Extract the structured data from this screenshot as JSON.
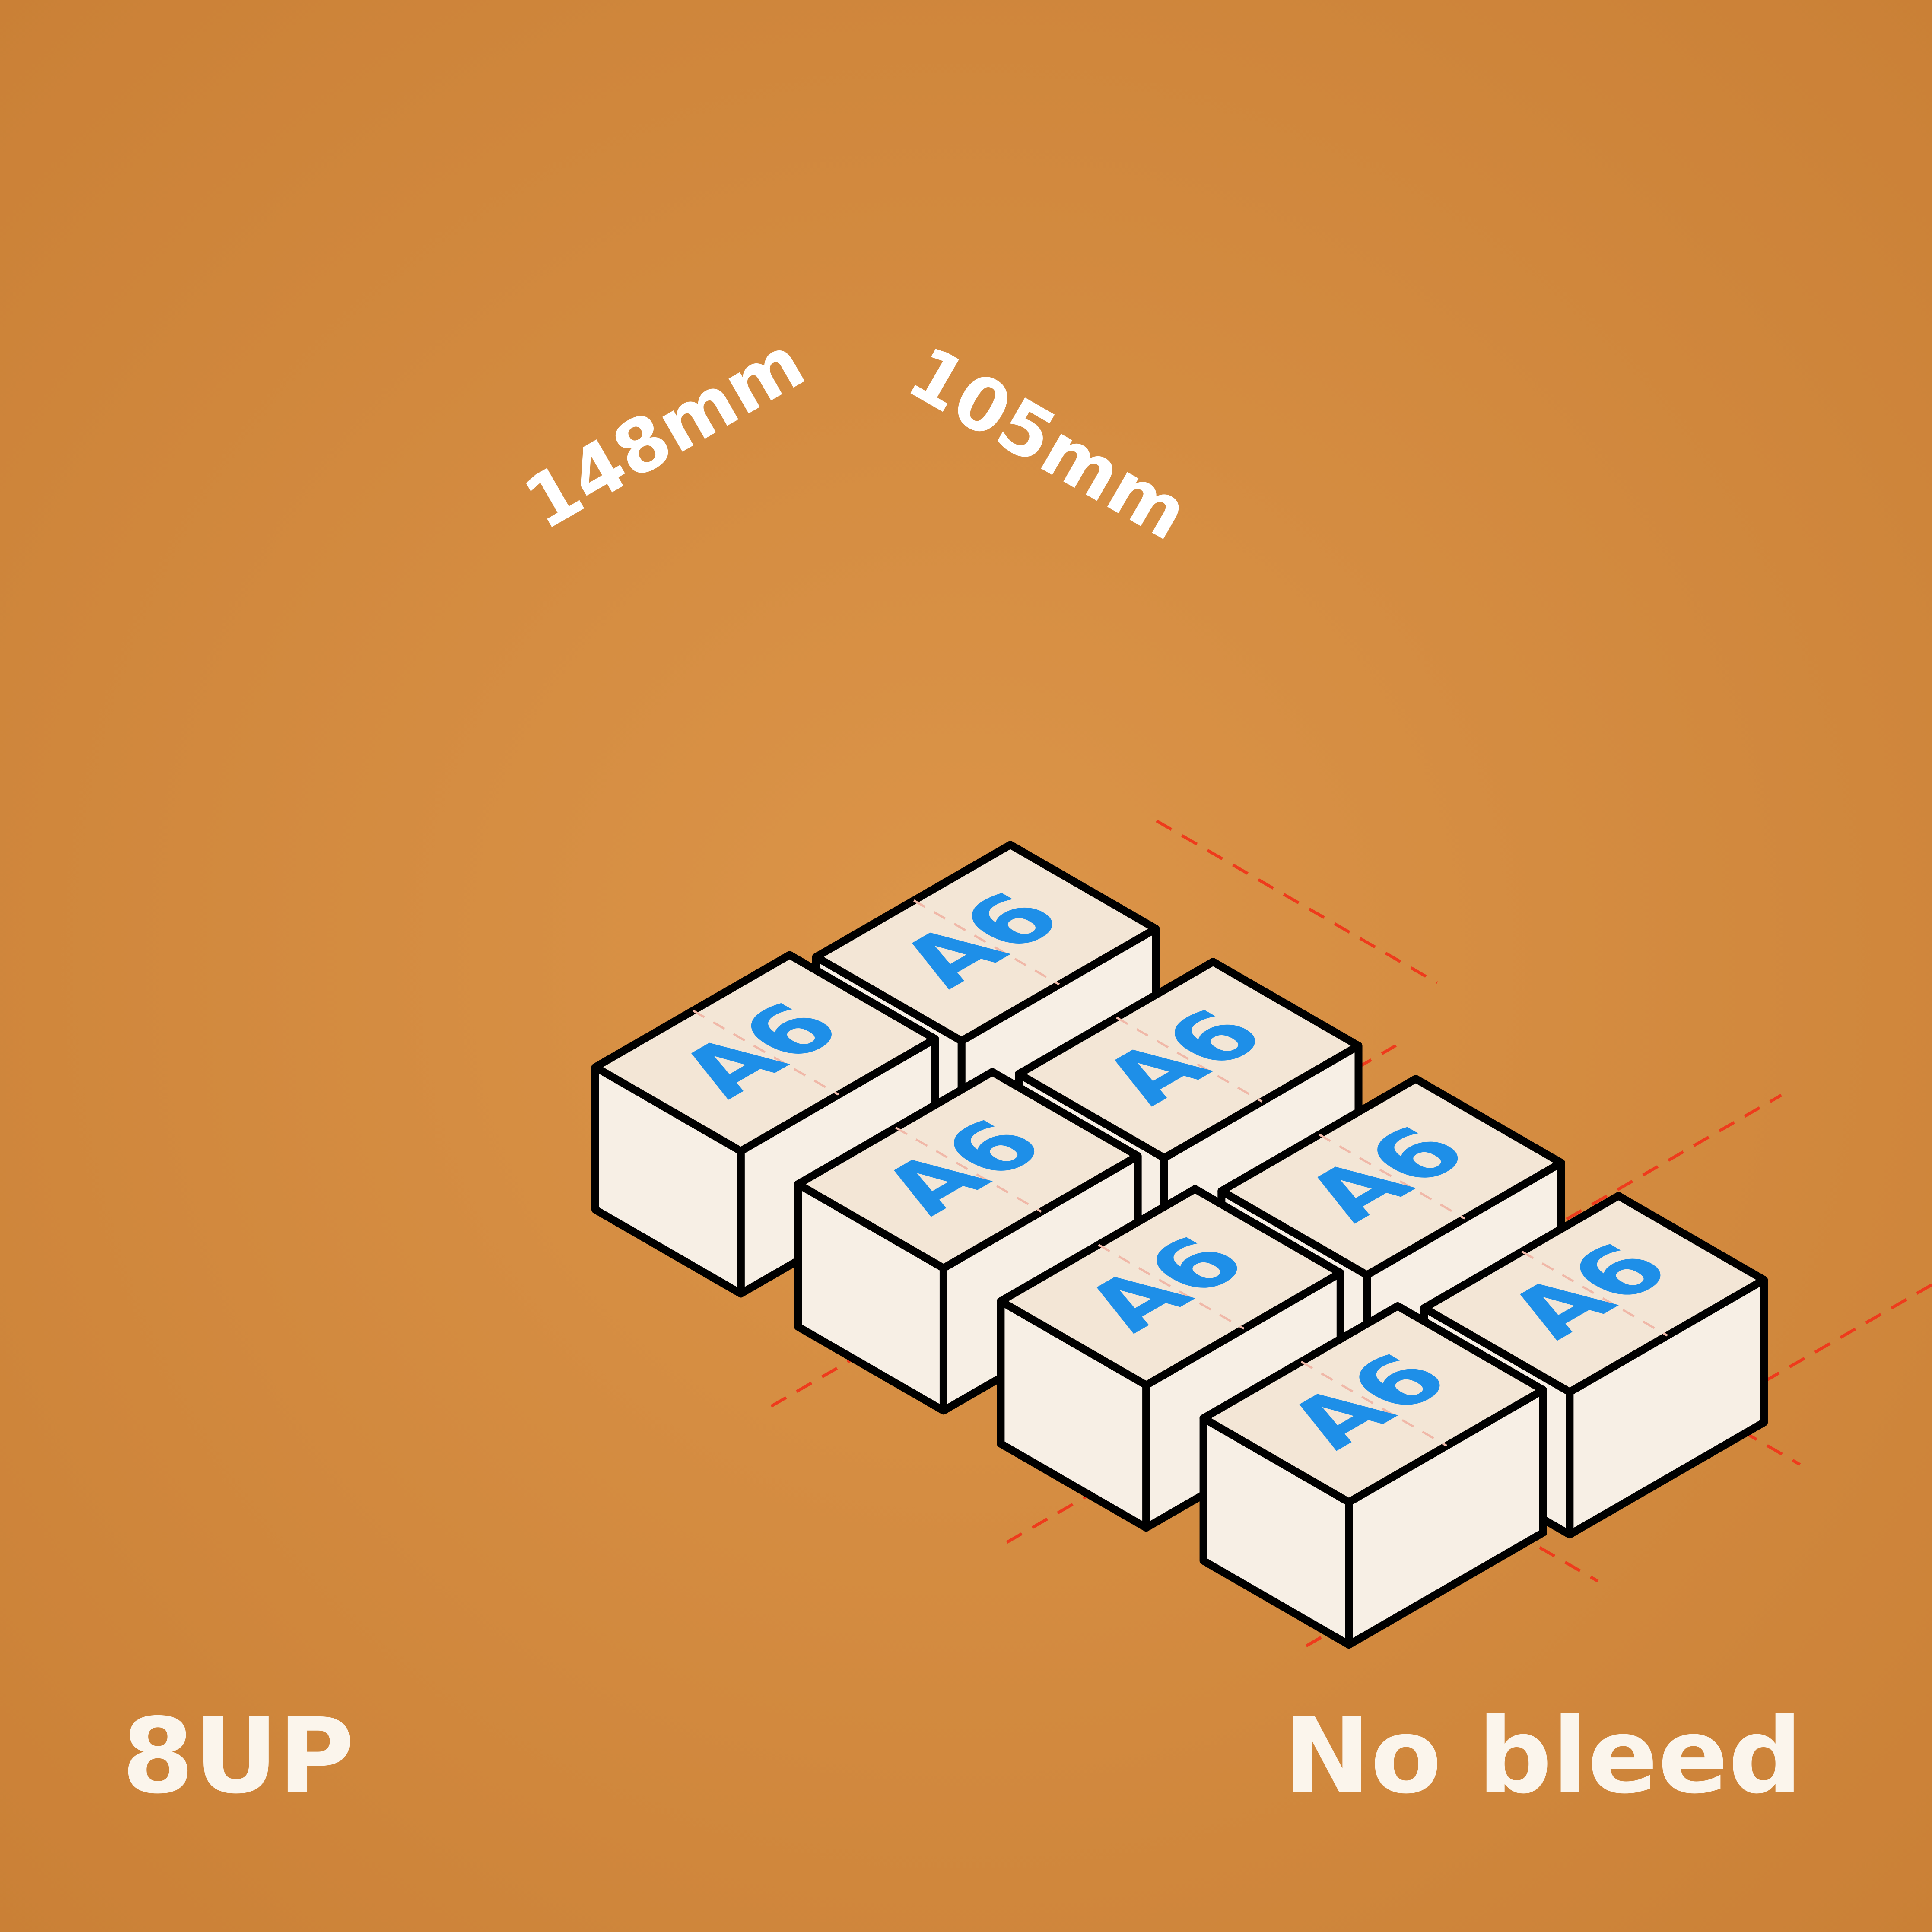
{
  "dimensions": {
    "length": "148mm",
    "width": "105mm"
  },
  "sheets": [
    {
      "label": "A6"
    },
    {
      "label": "A6"
    },
    {
      "label": "A6"
    },
    {
      "label": "A6"
    },
    {
      "label": "A6"
    },
    {
      "label": "A6"
    },
    {
      "label": "A6"
    },
    {
      "label": "A6"
    }
  ],
  "layout_label": "8UP",
  "bleed_label": "No bleed",
  "colors": {
    "background": "#d28a3e",
    "sheet_top": "#f3e6d6",
    "sheet_side": "#f7efe5",
    "gap_fill": "#f0bb45",
    "outline": "#000000",
    "label": "#1e8fe8",
    "trim_guide": "#ee3b1c",
    "caption": "#fbf5ec"
  }
}
